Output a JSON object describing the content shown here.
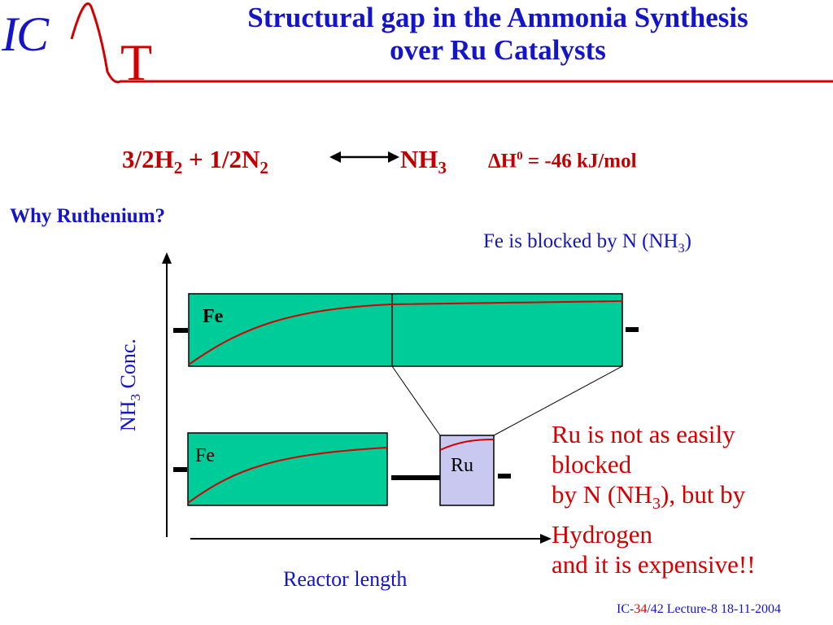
{
  "logo": {
    "ic": "IC",
    "t": "T"
  },
  "title": {
    "line1": "Structural gap in the Ammonia Synthesis",
    "line2": "over  Ru Catalysts"
  },
  "equation": {
    "reactant1": "3/2H",
    "reactant1_sub": "2",
    "plus": " + ",
    "reactant2": "1/2N",
    "reactant2_sub": "2",
    "product": "NH",
    "product_sub": "3",
    "delta_symbol": "ΔH",
    "delta_sup": "0",
    "delta_value": " = -46 kJ/mol"
  },
  "why_heading": "Why Ruthenium?",
  "fe_blocked": {
    "text": "Fe is blocked by N (NH",
    "sub": "3",
    "close": ")"
  },
  "axes": {
    "ylabel_main": "NH",
    "ylabel_sub": "3",
    "ylabel_rest": " Conc.",
    "xlabel": "Reactor length"
  },
  "boxes": {
    "top_fe": "Fe",
    "bottom_fe": "Fe",
    "ru": "Ru"
  },
  "ru_note": {
    "line1": "Ru is not as easily",
    "line2": "blocked",
    "line3_a": "by N (NH",
    "line3_sub": "3",
    "line3_b": "), but by",
    "line4": "Hydrogen",
    "line5": "and it is expensive!!"
  },
  "footer": {
    "prefix": "IC-",
    "page": "34",
    "rest": "/42  Lecture-8 18-11-2004"
  },
  "colors": {
    "blue": "#1414c8",
    "red": "#d40000",
    "green_box": "#00cc99",
    "ru_box": "#c8c8f0"
  }
}
